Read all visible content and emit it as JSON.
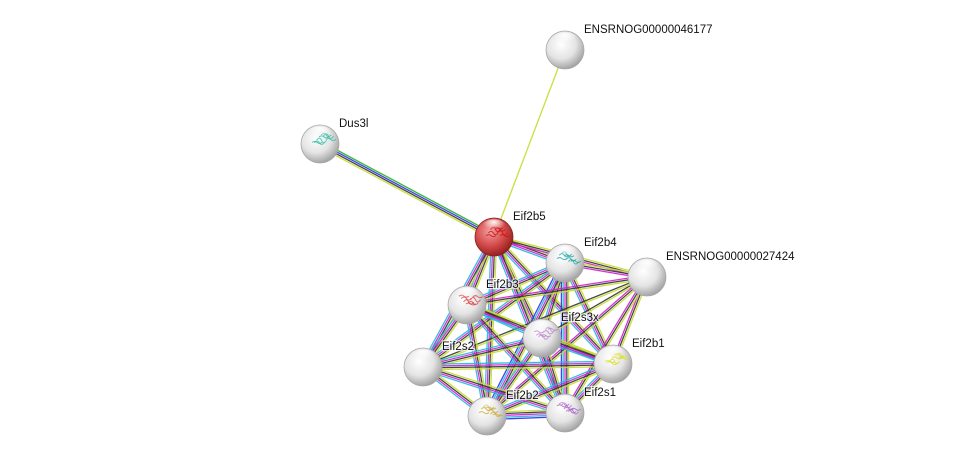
{
  "evidence_colors": {
    "textmining": "#c4dc2a",
    "coexpression": "#333333",
    "experiments": "#d21ed2",
    "databases": "#22b8dc",
    "fusion": "#2f2fe8",
    "neighborhood": "#21b421"
  },
  "nodes": [
    {
      "id": "ENSRNOG00000046177",
      "label": "ENSRNOG00000046177",
      "query": false,
      "structure_color": null
    },
    {
      "id": "Dus3l",
      "label": "Dus3l",
      "query": false,
      "structure_color": "#33bbaa"
    },
    {
      "id": "Eif2b5",
      "label": "Eif2b5",
      "query": true,
      "structure_color": "#cc1111"
    },
    {
      "id": "Eif2b4",
      "label": "Eif2b4",
      "query": false,
      "structure_color": "#22aaaa"
    },
    {
      "id": "ENSRNOG00000027424",
      "label": "ENSRNOG00000027424",
      "query": false,
      "structure_color": null
    },
    {
      "id": "Eif2b3",
      "label": "Eif2b3",
      "query": false,
      "structure_color": "#dd4444"
    },
    {
      "id": "Eif2s3x",
      "label": "Eif2s3x",
      "query": false,
      "structure_color": "#bb88cc"
    },
    {
      "id": "Eif2b1",
      "label": "Eif2b1",
      "query": false,
      "structure_color": "#dddd22"
    },
    {
      "id": "Eif2s2",
      "label": "Eif2s2",
      "query": false,
      "structure_color": null
    },
    {
      "id": "Eif2b2",
      "label": "Eif2b2",
      "query": false,
      "structure_color": "#ccaa33"
    },
    {
      "id": "Eif2s1",
      "label": "Eif2s1",
      "query": false,
      "structure_color": "#aa66cc"
    }
  ],
  "edges": [
    [
      "Dus3l",
      "Eif2b5",
      [
        "neighborhood",
        "fusion",
        "coexpression",
        "textmining"
      ]
    ],
    [
      "ENSRNOG00000046177",
      "Eif2b5",
      [
        "textmining"
      ]
    ],
    [
      "Eif2b5",
      "Eif2b4",
      [
        "textmining",
        "coexpression",
        "experiments",
        "databases"
      ]
    ],
    [
      "Eif2b5",
      "ENSRNOG00000027424",
      [
        "textmining",
        "coexpression",
        "experiments"
      ]
    ],
    [
      "Eif2b5",
      "Eif2b3",
      [
        "textmining",
        "coexpression",
        "experiments",
        "databases"
      ]
    ],
    [
      "Eif2b5",
      "Eif2s3x",
      [
        "textmining",
        "coexpression",
        "experiments",
        "databases"
      ]
    ],
    [
      "Eif2b5",
      "Eif2b1",
      [
        "textmining",
        "coexpression",
        "experiments",
        "databases"
      ]
    ],
    [
      "Eif2b5",
      "Eif2s2",
      [
        "textmining",
        "coexpression",
        "experiments",
        "databases"
      ]
    ],
    [
      "Eif2b5",
      "Eif2b2",
      [
        "textmining",
        "coexpression",
        "experiments",
        "databases"
      ]
    ],
    [
      "Eif2b5",
      "Eif2s1",
      [
        "textmining",
        "coexpression",
        "experiments",
        "databases"
      ]
    ],
    [
      "Eif2b4",
      "ENSRNOG00000027424",
      [
        "textmining",
        "coexpression",
        "experiments"
      ]
    ],
    [
      "Eif2b4",
      "Eif2b3",
      [
        "textmining",
        "coexpression",
        "experiments",
        "databases"
      ]
    ],
    [
      "Eif2b4",
      "Eif2s3x",
      [
        "textmining",
        "coexpression",
        "experiments",
        "databases"
      ]
    ],
    [
      "Eif2b4",
      "Eif2b1",
      [
        "textmining",
        "coexpression",
        "experiments",
        "databases"
      ]
    ],
    [
      "Eif2b4",
      "Eif2s2",
      [
        "textmining",
        "coexpression",
        "experiments",
        "databases"
      ]
    ],
    [
      "Eif2b4",
      "Eif2b2",
      [
        "textmining",
        "coexpression",
        "experiments",
        "databases",
        "fusion"
      ]
    ],
    [
      "Eif2b4",
      "Eif2s1",
      [
        "textmining",
        "coexpression",
        "experiments",
        "databases",
        "fusion"
      ]
    ],
    [
      "ENSRNOG00000027424",
      "Eif2b3",
      [
        "textmining",
        "coexpression",
        "experiments"
      ]
    ],
    [
      "ENSRNOG00000027424",
      "Eif2s3x",
      [
        "textmining",
        "coexpression"
      ]
    ],
    [
      "ENSRNOG00000027424",
      "Eif2b1",
      [
        "textmining",
        "coexpression",
        "experiments"
      ]
    ],
    [
      "ENSRNOG00000027424",
      "Eif2s2",
      [
        "textmining",
        "coexpression"
      ]
    ],
    [
      "ENSRNOG00000027424",
      "Eif2b2",
      [
        "textmining",
        "coexpression",
        "experiments"
      ]
    ],
    [
      "ENSRNOG00000027424",
      "Eif2s1",
      [
        "textmining",
        "coexpression",
        "experiments"
      ]
    ],
    [
      "Eif2b3",
      "Eif2s3x",
      [
        "textmining",
        "coexpression",
        "experiments",
        "databases"
      ]
    ],
    [
      "Eif2b3",
      "Eif2b1",
      [
        "textmining",
        "coexpression",
        "experiments",
        "databases"
      ]
    ],
    [
      "Eif2b3",
      "Eif2s2",
      [
        "textmining",
        "coexpression",
        "experiments",
        "databases"
      ]
    ],
    [
      "Eif2b3",
      "Eif2b2",
      [
        "textmining",
        "coexpression",
        "experiments",
        "databases"
      ]
    ],
    [
      "Eif2b3",
      "Eif2s1",
      [
        "textmining",
        "coexpression",
        "experiments",
        "databases"
      ]
    ],
    [
      "Eif2s3x",
      "Eif2b1",
      [
        "textmining",
        "coexpression",
        "experiments",
        "databases"
      ]
    ],
    [
      "Eif2s3x",
      "Eif2s2",
      [
        "textmining",
        "coexpression",
        "experiments",
        "databases"
      ]
    ],
    [
      "Eif2s3x",
      "Eif2b2",
      [
        "textmining",
        "coexpression",
        "experiments",
        "databases"
      ]
    ],
    [
      "Eif2s3x",
      "Eif2s1",
      [
        "textmining",
        "coexpression",
        "experiments",
        "databases"
      ]
    ],
    [
      "Eif2b1",
      "Eif2s2",
      [
        "textmining",
        "coexpression",
        "experiments",
        "databases"
      ]
    ],
    [
      "Eif2b1",
      "Eif2b2",
      [
        "textmining",
        "coexpression",
        "experiments",
        "databases"
      ]
    ],
    [
      "Eif2b1",
      "Eif2s1",
      [
        "textmining",
        "coexpression",
        "experiments",
        "databases"
      ]
    ],
    [
      "Eif2s2",
      "Eif2b2",
      [
        "textmining",
        "coexpression",
        "experiments",
        "databases"
      ]
    ],
    [
      "Eif2s2",
      "Eif2s1",
      [
        "textmining",
        "coexpression",
        "experiments",
        "databases"
      ]
    ],
    [
      "Eif2b2",
      "Eif2s1",
      [
        "textmining",
        "coexpression",
        "experiments",
        "databases",
        "fusion"
      ]
    ]
  ]
}
